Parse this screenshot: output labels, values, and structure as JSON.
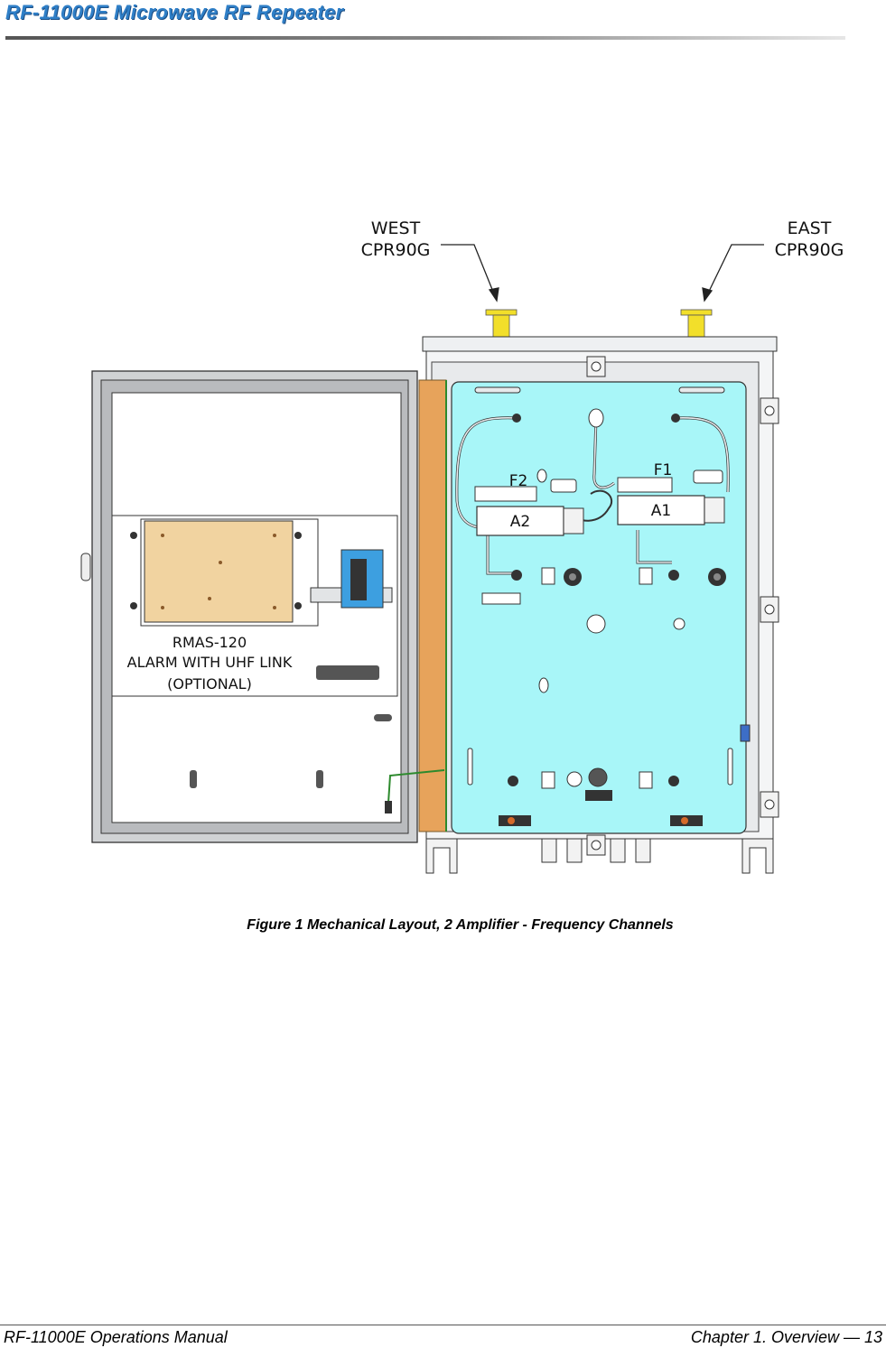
{
  "header": {
    "title": "RF-11000E Microwave RF Repeater"
  },
  "figure": {
    "labels": {
      "west_line1": "WEST",
      "west_line2": "CPR90G",
      "east_line1": "EAST",
      "east_line2": "CPR90G",
      "f1": "F1",
      "f2": "F2",
      "a1": "A1",
      "a2": "A2",
      "rmas_line1": "RMAS-120",
      "rmas_line2": "ALARM WITH UHF LINK",
      "rmas_line3": "(OPTIONAL)"
    },
    "colors": {
      "panel": "#a8f6f8",
      "rmas_board": "#f1d3a0",
      "hinge": "#e7a35b",
      "ports": "#f2df2a",
      "dinrail_block": "#3d9fe0"
    }
  },
  "caption": "Figure 1  Mechanical Layout, 2 Amplifier - Frequency Channels",
  "footer": {
    "left": "RF-11000E Operations Manual",
    "right": "Chapter 1.  Overview — 13"
  }
}
